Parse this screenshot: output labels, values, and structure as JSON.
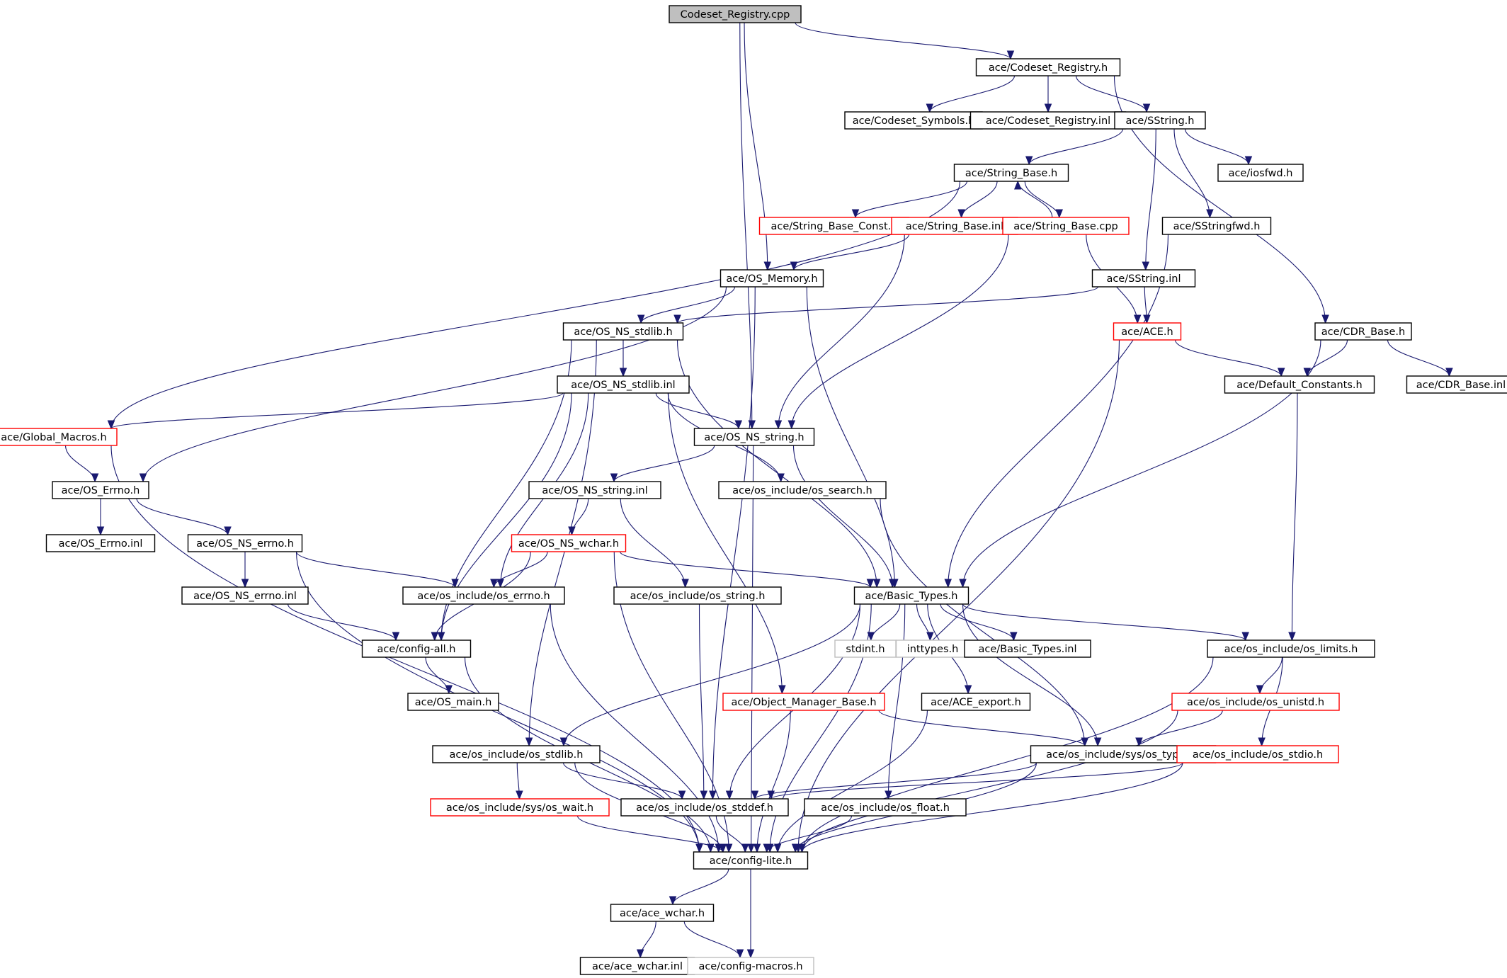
{
  "colors": {
    "edge": "#191970",
    "box_normal": "#000000",
    "box_truncated": "#ff0000",
    "box_system": "#bfbfbf",
    "root_fill": "#bfbfbf"
  },
  "nodes": [
    {
      "id": "codeset_registry_cpp",
      "label": "Codeset_Registry.cpp",
      "style": "root"
    },
    {
      "id": "codeset_registry_h",
      "label": "ace/Codeset_Registry.h",
      "style": "normal"
    },
    {
      "id": "codeset_symbols_h",
      "label": "ace/Codeset_Symbols.h",
      "style": "normal"
    },
    {
      "id": "codeset_registry_inl",
      "label": "ace/Codeset_Registry.inl",
      "style": "normal"
    },
    {
      "id": "sstring_h",
      "label": "ace/SString.h",
      "style": "normal"
    },
    {
      "id": "string_base_h",
      "label": "ace/String_Base.h",
      "style": "normal"
    },
    {
      "id": "iosfwd_h",
      "label": "ace/iosfwd.h",
      "style": "normal"
    },
    {
      "id": "string_base_const_h",
      "label": "ace/String_Base_Const.h",
      "style": "truncated"
    },
    {
      "id": "string_base_inl",
      "label": "ace/String_Base.inl",
      "style": "truncated"
    },
    {
      "id": "string_base_cpp",
      "label": "ace/String_Base.cpp",
      "style": "truncated"
    },
    {
      "id": "sstringfwd_h",
      "label": "ace/SStringfwd.h",
      "style": "normal"
    },
    {
      "id": "os_memory_h",
      "label": "ace/OS_Memory.h",
      "style": "normal"
    },
    {
      "id": "sstring_inl",
      "label": "ace/SString.inl",
      "style": "normal"
    },
    {
      "id": "os_ns_stdlib_h",
      "label": "ace/OS_NS_stdlib.h",
      "style": "normal"
    },
    {
      "id": "ace_h",
      "label": "ace/ACE.h",
      "style": "truncated"
    },
    {
      "id": "cdr_base_h",
      "label": "ace/CDR_Base.h",
      "style": "normal"
    },
    {
      "id": "os_ns_stdlib_inl",
      "label": "ace/OS_NS_stdlib.inl",
      "style": "normal"
    },
    {
      "id": "default_constants_h",
      "label": "ace/Default_Constants.h",
      "style": "normal"
    },
    {
      "id": "cdr_base_inl",
      "label": "ace/CDR_Base.inl",
      "style": "normal"
    },
    {
      "id": "global_macros_h",
      "label": "ace/Global_Macros.h",
      "style": "truncated"
    },
    {
      "id": "os_ns_string_h",
      "label": "ace/OS_NS_string.h",
      "style": "normal"
    },
    {
      "id": "os_errno_h",
      "label": "ace/OS_Errno.h",
      "style": "normal"
    },
    {
      "id": "os_ns_string_inl",
      "label": "ace/OS_NS_string.inl",
      "style": "normal"
    },
    {
      "id": "os_search_h",
      "label": "ace/os_include/os_search.h",
      "style": "normal"
    },
    {
      "id": "os_errno_inl",
      "label": "ace/OS_Errno.inl",
      "style": "normal"
    },
    {
      "id": "os_ns_errno_h",
      "label": "ace/OS_NS_errno.h",
      "style": "normal"
    },
    {
      "id": "os_ns_wchar_h",
      "label": "ace/OS_NS_wchar.h",
      "style": "truncated"
    },
    {
      "id": "os_ns_errno_inl",
      "label": "ace/OS_NS_errno.inl",
      "style": "normal"
    },
    {
      "id": "os_include_errno_h",
      "label": "ace/os_include/os_errno.h",
      "style": "normal"
    },
    {
      "id": "os_include_string_h",
      "label": "ace/os_include/os_string.h",
      "style": "normal"
    },
    {
      "id": "basic_types_h",
      "label": "ace/Basic_Types.h",
      "style": "normal"
    },
    {
      "id": "config_all_h",
      "label": "ace/config-all.h",
      "style": "normal"
    },
    {
      "id": "stdint_h",
      "label": "stdint.h",
      "style": "system"
    },
    {
      "id": "inttypes_h",
      "label": "inttypes.h",
      "style": "system"
    },
    {
      "id": "basic_types_inl",
      "label": "ace/Basic_Types.inl",
      "style": "normal"
    },
    {
      "id": "os_limits_h",
      "label": "ace/os_include/os_limits.h",
      "style": "normal"
    },
    {
      "id": "os_main_h",
      "label": "ace/OS_main.h",
      "style": "normal"
    },
    {
      "id": "object_manager_base_h",
      "label": "ace/Object_Manager_Base.h",
      "style": "truncated"
    },
    {
      "id": "ace_export_h",
      "label": "ace/ACE_export.h",
      "style": "normal"
    },
    {
      "id": "os_unistd_h",
      "label": "ace/os_include/os_unistd.h",
      "style": "truncated"
    },
    {
      "id": "os_include_stdlib_h",
      "label": "ace/os_include/os_stdlib.h",
      "style": "normal"
    },
    {
      "id": "sys_os_types_h",
      "label": "ace/os_include/sys/os_types.h",
      "style": "normal"
    },
    {
      "id": "os_stdio_h",
      "label": "ace/os_include/os_stdio.h",
      "style": "truncated"
    },
    {
      "id": "sys_os_wait_h",
      "label": "ace/os_include/sys/os_wait.h",
      "style": "truncated"
    },
    {
      "id": "os_stddef_h",
      "label": "ace/os_include/os_stddef.h",
      "style": "normal"
    },
    {
      "id": "os_float_h",
      "label": "ace/os_include/os_float.h",
      "style": "normal"
    },
    {
      "id": "config_lite_h",
      "label": "ace/config-lite.h",
      "style": "normal"
    },
    {
      "id": "ace_wchar_h",
      "label": "ace/ace_wchar.h",
      "style": "normal"
    },
    {
      "id": "ace_wchar_inl",
      "label": "ace/ace_wchar.inl",
      "style": "normal"
    },
    {
      "id": "config_macros_h",
      "label": "ace/config-macros.h",
      "style": "system"
    }
  ],
  "edges": [
    [
      "codeset_registry_cpp",
      "codeset_registry_h"
    ],
    [
      "codeset_registry_cpp",
      "os_memory_h"
    ],
    [
      "codeset_registry_cpp",
      "os_ns_string_h"
    ],
    [
      "codeset_registry_h",
      "codeset_symbols_h"
    ],
    [
      "codeset_registry_h",
      "codeset_registry_inl"
    ],
    [
      "codeset_registry_h",
      "sstring_h"
    ],
    [
      "codeset_registry_h",
      "cdr_base_h"
    ],
    [
      "sstring_h",
      "string_base_h"
    ],
    [
      "sstring_h",
      "iosfwd_h"
    ],
    [
      "sstring_h",
      "sstringfwd_h"
    ],
    [
      "sstring_h",
      "sstring_inl"
    ],
    [
      "string_base_h",
      "string_base_const_h"
    ],
    [
      "string_base_h",
      "string_base_inl"
    ],
    [
      "string_base_h",
      "string_base_cpp"
    ],
    [
      "string_base_h",
      "global_macros_h"
    ],
    [
      "string_base_cpp",
      "string_base_h"
    ],
    [
      "string_base_cpp",
      "ace_h"
    ],
    [
      "string_base_cpp",
      "os_ns_string_h"
    ],
    [
      "string_base_inl",
      "os_memory_h"
    ],
    [
      "string_base_inl",
      "os_ns_string_h"
    ],
    [
      "sstringfwd_h",
      "basic_types_h"
    ],
    [
      "sstring_inl",
      "ace_h"
    ],
    [
      "sstring_inl",
      "os_ns_stdlib_h"
    ],
    [
      "os_memory_h",
      "os_ns_stdlib_h"
    ],
    [
      "os_memory_h",
      "os_errno_h"
    ],
    [
      "os_memory_h",
      "basic_types_h"
    ],
    [
      "os_memory_h",
      "os_stddef_h"
    ],
    [
      "ace_h",
      "default_constants_h"
    ],
    [
      "ace_h",
      "config_lite_h"
    ],
    [
      "cdr_base_h",
      "default_constants_h"
    ],
    [
      "cdr_base_h",
      "cdr_base_inl"
    ],
    [
      "cdr_base_h",
      "basic_types_h"
    ],
    [
      "default_constants_h",
      "os_limits_h"
    ],
    [
      "os_ns_stdlib_h",
      "os_ns_stdlib_inl"
    ],
    [
      "os_ns_stdlib_h",
      "config_all_h"
    ],
    [
      "os_ns_stdlib_h",
      "basic_types_h"
    ],
    [
      "os_ns_stdlib_h",
      "os_include_stdlib_h"
    ],
    [
      "os_ns_stdlib_inl",
      "global_macros_h"
    ],
    [
      "os_ns_stdlib_inl",
      "os_ns_string_h"
    ],
    [
      "os_ns_stdlib_inl",
      "os_search_h"
    ],
    [
      "os_ns_stdlib_inl",
      "os_include_errno_h"
    ],
    [
      "os_ns_stdlib_inl",
      "config_all_h"
    ],
    [
      "os_ns_stdlib_inl",
      "object_manager_base_h"
    ],
    [
      "global_macros_h",
      "os_errno_h"
    ],
    [
      "global_macros_h",
      "config_lite_h"
    ],
    [
      "os_ns_string_h",
      "os_ns_string_inl"
    ],
    [
      "os_ns_string_h",
      "basic_types_h"
    ],
    [
      "os_ns_string_h",
      "config_lite_h"
    ],
    [
      "os_errno_h",
      "os_errno_inl"
    ],
    [
      "os_errno_h",
      "os_ns_errno_h"
    ],
    [
      "os_ns_string_inl",
      "os_ns_wchar_h"
    ],
    [
      "os_ns_string_inl",
      "os_include_string_h"
    ],
    [
      "os_search_h",
      "sys_os_types_h"
    ],
    [
      "os_ns_errno_h",
      "os_ns_errno_inl"
    ],
    [
      "os_ns_errno_h",
      "os_include_errno_h"
    ],
    [
      "os_ns_errno_h",
      "config_lite_h"
    ],
    [
      "os_ns_errno_inl",
      "config_all_h"
    ],
    [
      "os_ns_wchar_h",
      "os_include_errno_h"
    ],
    [
      "os_ns_wchar_h",
      "config_all_h"
    ],
    [
      "os_ns_wchar_h",
      "basic_types_h"
    ],
    [
      "os_ns_wchar_h",
      "config_lite_h"
    ],
    [
      "os_include_errno_h",
      "config_lite_h"
    ],
    [
      "os_include_string_h",
      "os_stddef_h"
    ],
    [
      "basic_types_h",
      "stdint_h"
    ],
    [
      "basic_types_h",
      "inttypes_h"
    ],
    [
      "basic_types_h",
      "basic_types_inl"
    ],
    [
      "basic_types_h",
      "os_limits_h"
    ],
    [
      "basic_types_h",
      "ace_export_h"
    ],
    [
      "basic_types_h",
      "os_include_stdlib_h"
    ],
    [
      "basic_types_h",
      "sys_os_types_h"
    ],
    [
      "basic_types_h",
      "os_stddef_h"
    ],
    [
      "basic_types_h",
      "os_float_h"
    ],
    [
      "basic_types_h",
      "config_lite_h"
    ],
    [
      "config_all_h",
      "os_main_h"
    ],
    [
      "config_all_h",
      "config_lite_h"
    ],
    [
      "os_limits_h",
      "os_unistd_h"
    ],
    [
      "os_limits_h",
      "os_stdio_h"
    ],
    [
      "os_limits_h",
      "config_lite_h"
    ],
    [
      "object_manager_base_h",
      "sys_os_types_h"
    ],
    [
      "object_manager_base_h",
      "config_lite_h"
    ],
    [
      "ace_export_h",
      "config_lite_h"
    ],
    [
      "os_unistd_h",
      "sys_os_types_h"
    ],
    [
      "os_unistd_h",
      "config_lite_h"
    ],
    [
      "os_include_stdlib_h",
      "sys_os_wait_h"
    ],
    [
      "os_include_stdlib_h",
      "os_stddef_h"
    ],
    [
      "os_include_stdlib_h",
      "config_lite_h"
    ],
    [
      "sys_os_types_h",
      "os_stddef_h"
    ],
    [
      "sys_os_types_h",
      "config_lite_h"
    ],
    [
      "os_stdio_h",
      "os_stddef_h"
    ],
    [
      "os_stdio_h",
      "config_lite_h"
    ],
    [
      "sys_os_wait_h",
      "config_lite_h"
    ],
    [
      "os_stddef_h",
      "config_lite_h"
    ],
    [
      "os_float_h",
      "config_lite_h"
    ],
    [
      "config_lite_h",
      "ace_wchar_h"
    ],
    [
      "config_lite_h",
      "config_macros_h"
    ],
    [
      "ace_wchar_h",
      "ace_wchar_inl"
    ],
    [
      "ace_wchar_h",
      "config_macros_h"
    ]
  ]
}
